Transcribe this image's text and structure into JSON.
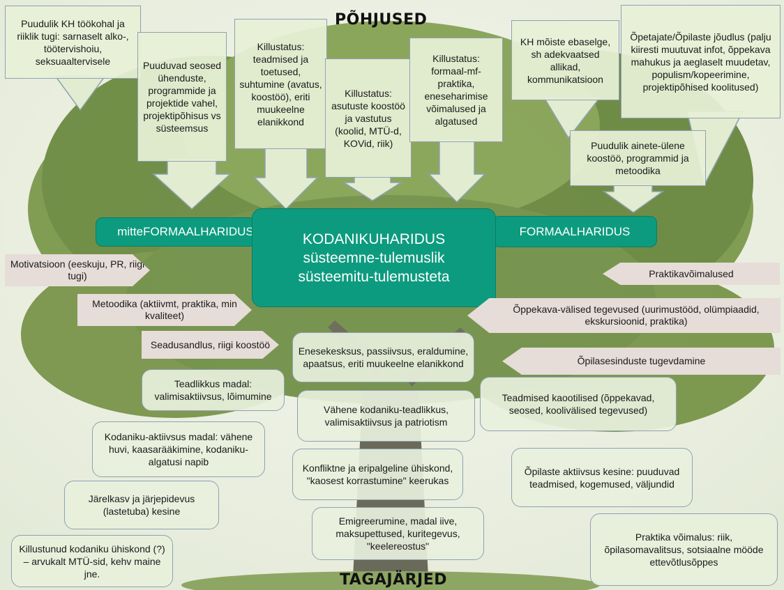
{
  "headings": {
    "top": "PÕHJUSED",
    "bottom": "TAGAJÄRJED"
  },
  "colors": {
    "teal": "#0d9b7f",
    "callout": "#e7f0d6",
    "tag": "#e6dcd8",
    "border": "#8fa0b2"
  },
  "causes": [
    "Puudulik KH töökohal ja riiklik tugi: sarnaselt alko-, töötervishoiu, seksuaaltervisele",
    "Puuduvad seosed ühenduste, programmide ja projektide vahel, projektipõhisus vs süsteemsus",
    "Killustatus: teadmised ja toetused, suhtumine (avatus, koostöö), eriti muukeelne elanikkond",
    "Killustatus: asutuste koostöö ja vastutus (koolid, MTÜ-d, KOVid, riik)",
    "Killustatus: formaal-mf-praktika, eneseharimise võimalused ja algatused",
    "KH mõiste ebaselge, sh adekvaatsed allikad, kommunikatsioon",
    "Õpetajate/Õpilaste jõudlus (palju kiiresti muutuvat infot, õppekava mahukus ja aeglaselt muudetav, populism/kopeerimine, projektipõhised koolitused)",
    "Puudulik ainete-ülene koostöö, programmid ja metoodika"
  ],
  "center": {
    "left_label": "mitteFORMAALHARIDUS",
    "right_label": "FORMAALHARIDUS",
    "title_line1": "KODANIKUHARIDUS",
    "title_line2": "süsteemne-tulemuslik",
    "title_line3": "süsteemitu-tulemusteta"
  },
  "left_tags": [
    "Motivatsioon (eeskuju, PR, riigi tugi)",
    "Metoodika (aktiivmt, praktika, min kvaliteet)",
    "Seadusandlus, riigi koostöö"
  ],
  "right_tags": [
    "Praktikavõimalused",
    "Õppekava-välised tegevused (uurimustööd, olümpiaadid, ekskursioonid, praktika)",
    "Õpilasesinduste tugevdamine"
  ],
  "effects_left": [
    "Teadlikkus madal: valimisaktiivsus, lõimumine",
    "Kodaniku-aktiivsus madal: vähene huvi, kaasarääkimine, kodaniku-algatusi napib",
    "Järelkasv ja järjepidevus (lastetuba) kesine",
    "Killustunud kodaniku ühiskond (?) – arvukalt MTÜ-sid, kehv maine jne."
  ],
  "effects_center": [
    "Enesekesksus, passiivsus, eraldumine, apaatsus, eriti muukeelne elanikkond",
    "Vähene kodaniku-teadlikkus, valimisaktiivsus ja patriotism",
    "Konfliktne ja eripalgeline ühiskond, \"kaosest korrastumine\" keerukas",
    "Emigreerumine, madal iive, maksupettused, kuritegevus, \"keelereostus\""
  ],
  "effects_right": [
    "Teadmised kaootilised (õppekavad, seosed, koolivälised tegevused)",
    "Õpilaste aktiivsus kesine: puuduvad teadmised, kogemused, väljundid",
    "Praktika võimalus: riik, õpilasomavalitsus, sotsiaalne mööde ettevõtlusõppes"
  ]
}
